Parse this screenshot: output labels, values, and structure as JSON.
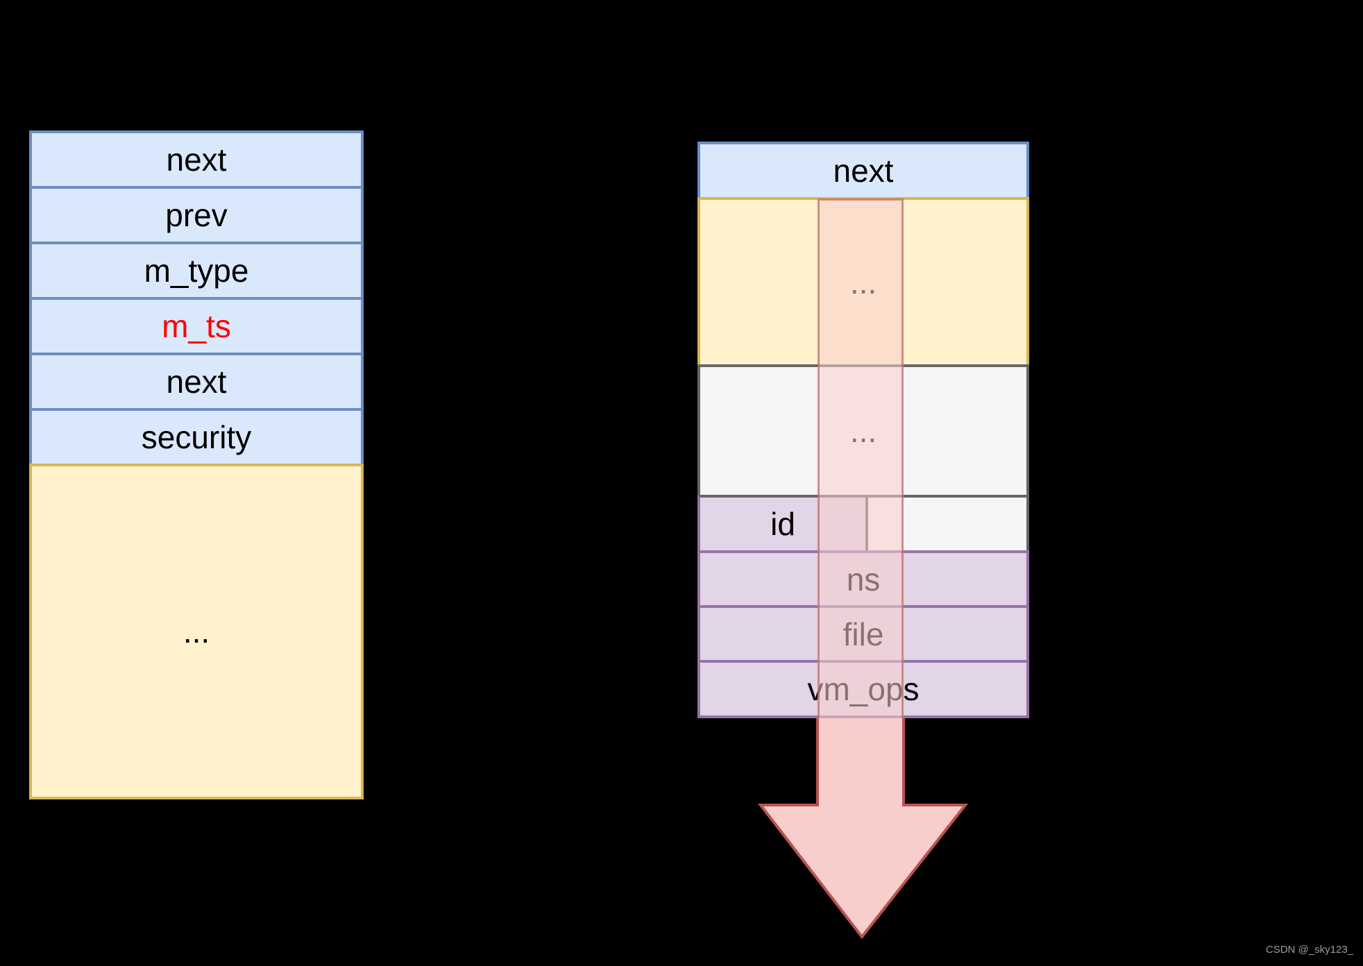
{
  "left_table": {
    "rows": [
      {
        "label": "next"
      },
      {
        "label": "prev"
      },
      {
        "label": "m_type"
      },
      {
        "label": "m_ts",
        "highlight_color": "#ff0000"
      },
      {
        "label": "next"
      },
      {
        "label": "security"
      }
    ],
    "ellipsis": "..."
  },
  "right_table": {
    "header": "next",
    "yellow_ellipsis": "...",
    "gray_ellipsis": "...",
    "id_label": "id",
    "rows": [
      {
        "label": "ns"
      },
      {
        "label": "file"
      },
      {
        "label": "vm_ops"
      }
    ]
  },
  "colors": {
    "background": "#000000",
    "blue_fill": "#dae8fc",
    "blue_stroke": "#6c8ebf",
    "yellow_fill": "#fff2cc",
    "yellow_stroke": "#d6b656",
    "gray_fill": "#f5f5f5",
    "gray_stroke": "#666666",
    "purple_fill": "#e1d5e7",
    "purple_stroke": "#9673a6",
    "arrow_fill": "#f8cecc",
    "arrow_stroke": "#b85450",
    "highlight_text": "#ff0000"
  },
  "watermark": "CSDN @_sky123_"
}
